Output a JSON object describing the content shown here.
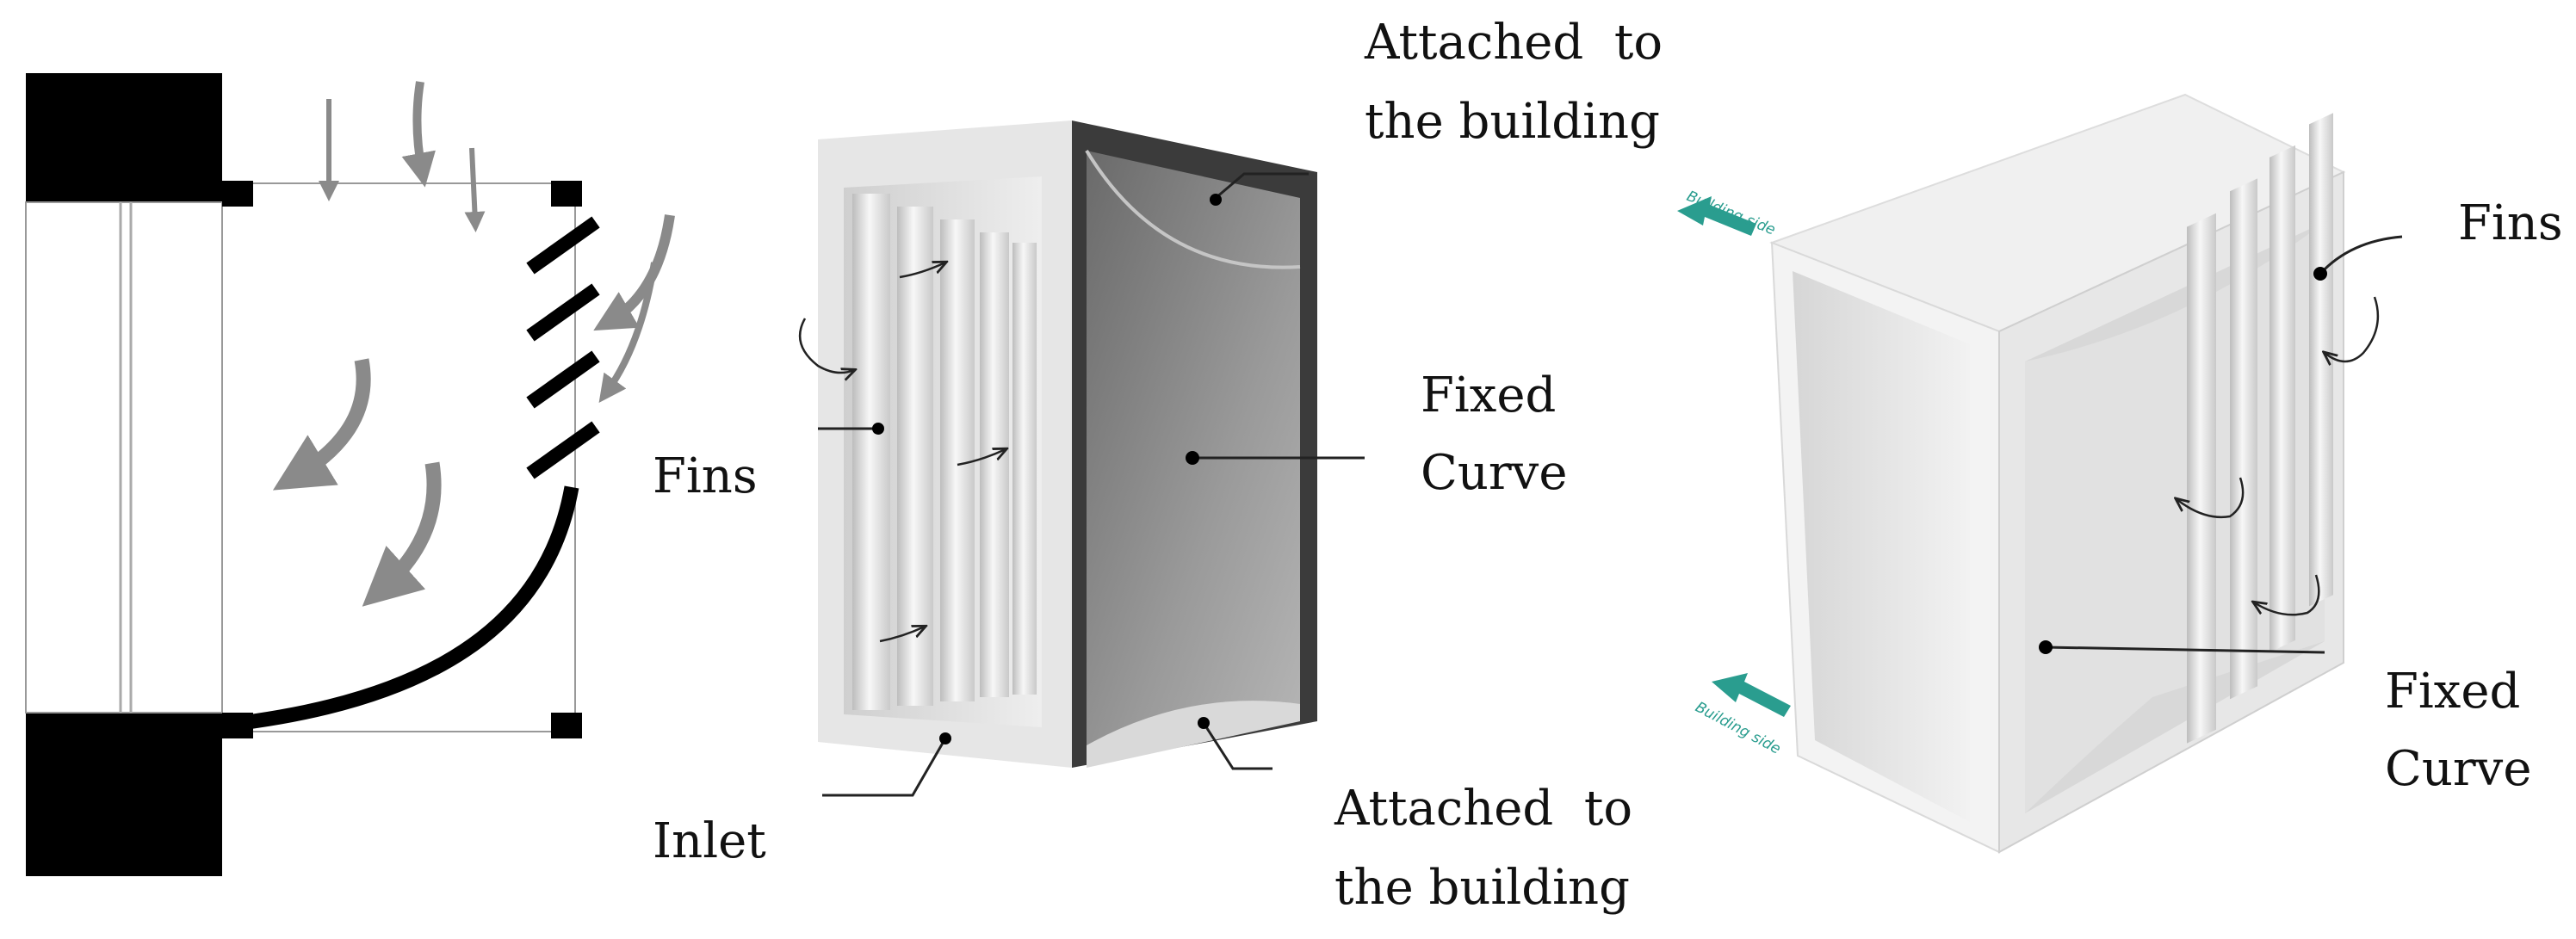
{
  "panel_middle": {
    "top_label_line1": "Attached  to",
    "top_label_line2": "the building",
    "fins_label": "Fins",
    "fixed_curve_line1": "Fixed",
    "fixed_curve_line2": "Curve",
    "inlet_label": "Inlet",
    "bottom_label_line1": "Attached  to",
    "bottom_label_line2": "the building"
  },
  "panel_right": {
    "fins_label": "Fins",
    "fixed_curve_line1": "Fixed",
    "fixed_curve_line2": "Curve",
    "arrow_caption_top": "Building side",
    "arrow_caption_bottom": "Building side"
  },
  "colors": {
    "wall": "#000000",
    "airflow_arrow": "#8a8a8a",
    "building_side_arrow": "#2a9d8f",
    "frame_light": "#e9e9e9",
    "frame_dark": "#3a3a3a"
  }
}
